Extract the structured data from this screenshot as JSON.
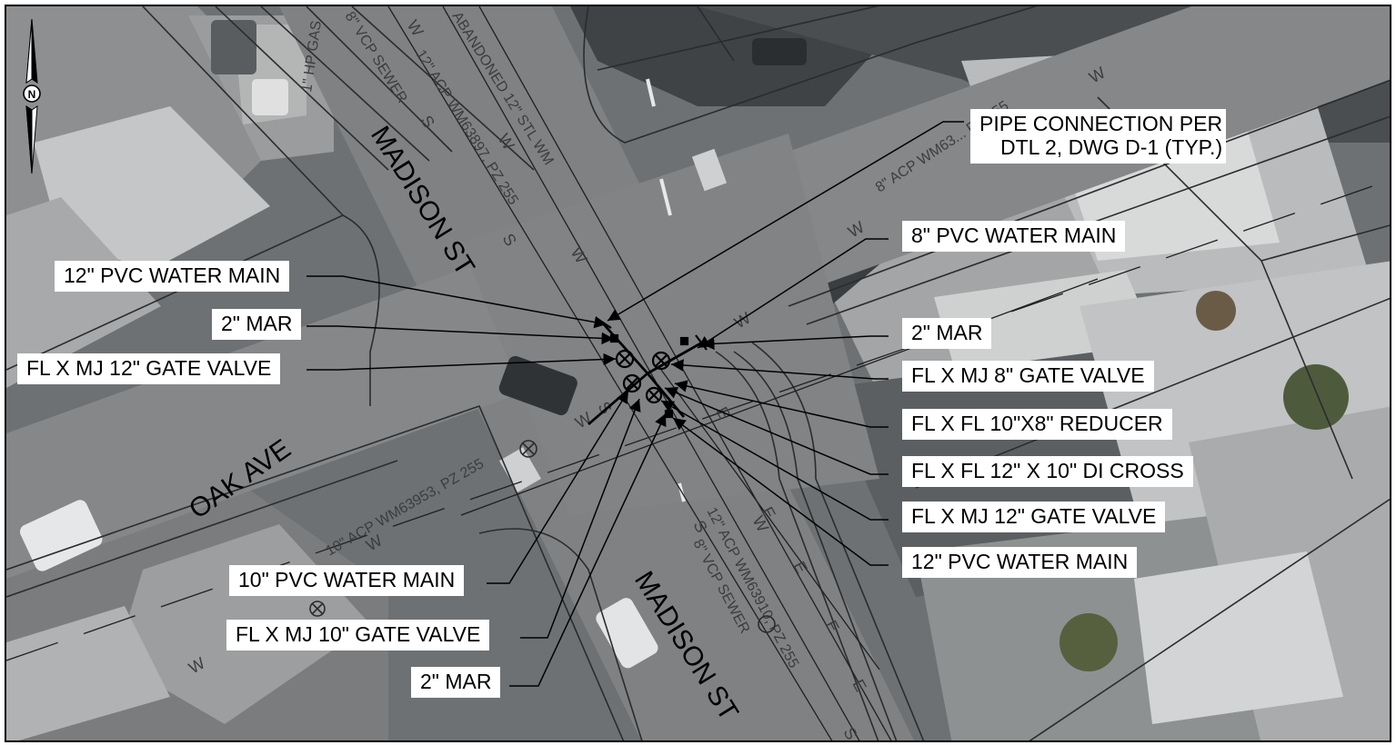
{
  "map": {
    "streets": {
      "madison_north": "MADISON ST",
      "madison_south": "MADISON ST",
      "oak": "OAK AVE"
    },
    "utility_labels": {
      "hp_gas": "1\" HP GAS",
      "vcp_sewer_north": "8\" VCP SEWER",
      "acp_north": "12\" ACP WM63897, PZ 255",
      "abandoned": "ABANDONED 12\" STL WM",
      "acp_east": "8\" ACP WM63... PZ 255",
      "acp_oak": "10\" ACP WM63953, PZ 255",
      "acp_south": "12\" ACP WM63910, PZ 255",
      "vcp_sewer_south": "8\" VCP SEWER"
    },
    "line_markers": {
      "water": "W",
      "sewer": "S",
      "electric": "E"
    },
    "north_arrow": "N"
  },
  "callouts": {
    "pipe_connection": [
      "PIPE CONNECTION PER",
      "DTL 2, DWG D-1 (TYP.)"
    ],
    "right_8_pvc": "8\" PVC WATER MAIN",
    "right_2_mar": "2\" MAR",
    "right_8_gate": "FL X MJ 8\" GATE VALVE",
    "right_reducer": "FL X FL 10\"X8\" REDUCER",
    "right_cross": "FL X FL 12\" X 10\" DI CROSS",
    "right_12_gate": "FL X MJ 12\" GATE VALVE",
    "right_12_pvc": "12\" PVC WATER MAIN",
    "left_12_pvc": "12\" PVC WATER MAIN",
    "left_2_mar": "2\" MAR",
    "left_12_gate": "FL X MJ 12\" GATE VALVE",
    "bottom_10_pvc": "10\" PVC WATER MAIN",
    "bottom_10_gate": "FL X MJ 10\" GATE VALVE",
    "bottom_2_mar": "2\" MAR"
  }
}
